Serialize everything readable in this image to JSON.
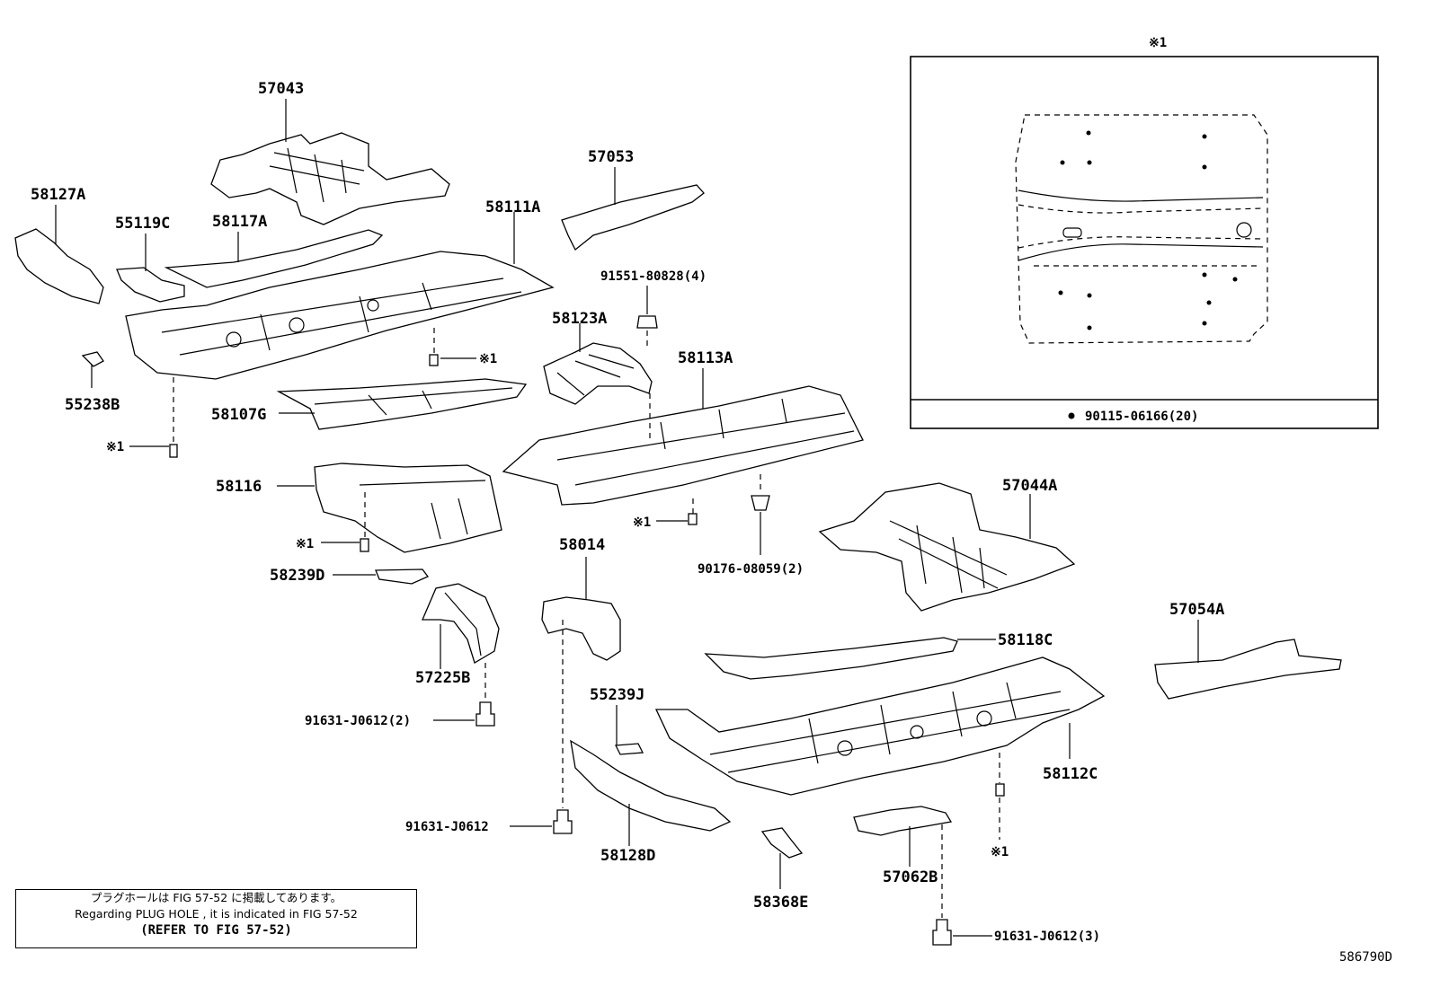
{
  "labels": {
    "p57043": "57043",
    "p57053": "57053",
    "p58127A": "58127A",
    "p55119C": "55119C",
    "p58117A": "58117A",
    "p58111A": "58111A",
    "p91551": "91551-80828(4)",
    "p58123A": "58123A",
    "p58113A": "58113A",
    "p55238B": "55238B",
    "p58107G": "58107G",
    "p58116": "58116",
    "p58239D": "58239D",
    "p58014": "58014",
    "p90176": "90176-08059(2)",
    "p57044A": "57044A",
    "p57054A": "57054A",
    "p58118C": "58118C",
    "p57225B": "57225B",
    "p91631_2": "91631-J0612(2)",
    "p55239J": "55239J",
    "p58112C": "58112C",
    "p91631": "91631-J0612",
    "p58128D": "58128D",
    "p58368E": "58368E",
    "p57062B": "57062B",
    "p91631_3": "91631-J0612(3)",
    "inset_fastener": "90115-06166(20)"
  },
  "ref_marks": {
    "mark": "※1"
  },
  "note": {
    "line1": "プラグホールは FIG 57-52 に掲載してあります。",
    "line2": "Regarding PLUG HOLE , it is indicated in FIG 57-52",
    "line3": "(REFER TO FIG 57-52)"
  },
  "figure_id": "586790D"
}
